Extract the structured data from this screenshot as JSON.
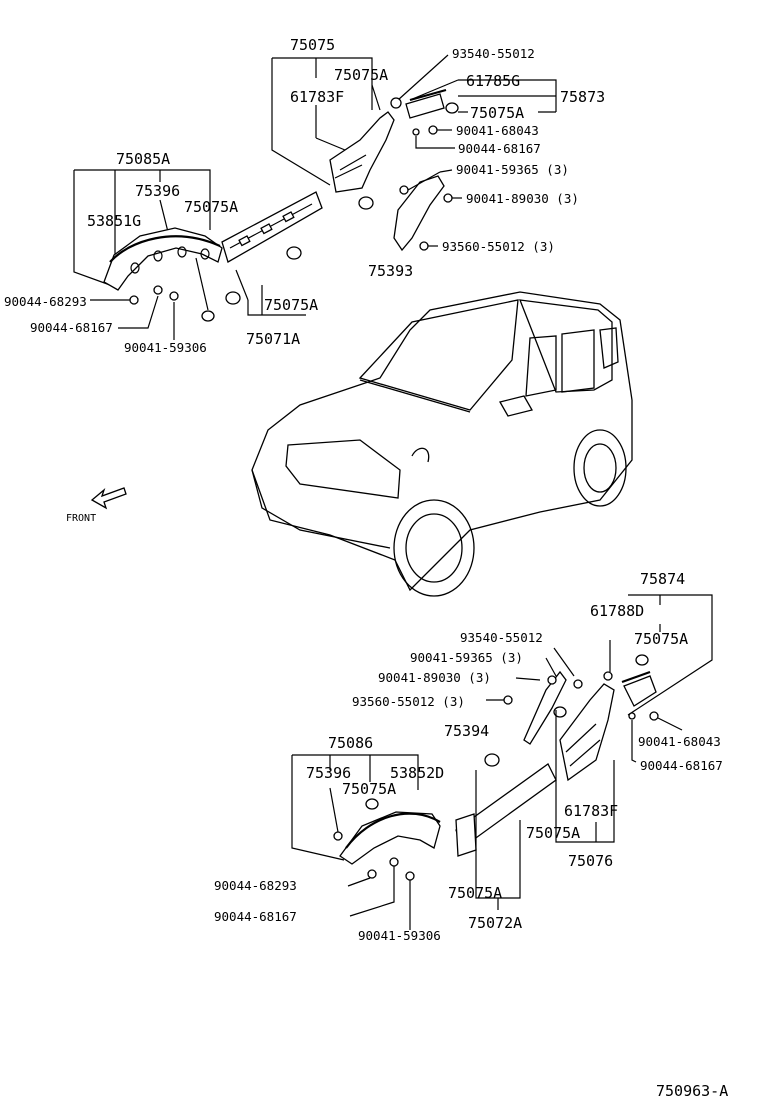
{
  "callouts": {
    "top_left": {
      "p75075": "75075",
      "p75075A_a": "75075A",
      "p61783F": "61783F",
      "p75085A": "75085A",
      "p75396": "75396",
      "p53851G": "53851G",
      "p75075A_b": "75075A",
      "p75075A_c": "75075A",
      "p75071A": "75071A",
      "p90044_68293": "90044-68293",
      "p90044_68167": "90044-68167",
      "p90041_59306": "90041-59306"
    },
    "top_right": {
      "p93540_55012": "93540-55012",
      "p61785G": "61785G",
      "p75873": "75873",
      "p75075A": "75075A",
      "p90041_68043": "90041-68043",
      "p90044_68167": "90044-68167",
      "p90041_59365": "90041-59365 (3)",
      "p90041_89030": "90041-89030 (3)",
      "p93560_55012": "93560-55012 (3)",
      "p75393": "75393"
    },
    "bottom_right": {
      "p75874": "75874",
      "p61788D": "61788D",
      "p75075A_a": "75075A",
      "p93540_55012": "93540-55012",
      "p90041_59365": "90041-59365 (3)",
      "p90041_89030": "90041-89030 (3)",
      "p93560_55012": "93560-55012 (3)",
      "p75394": "75394",
      "p90041_68043": "90041-68043",
      "p90044_68167": "90044-68167",
      "p61783F": "61783F",
      "p75075A_b": "75075A",
      "p75076": "75076"
    },
    "bottom_left": {
      "p75086": "75086",
      "p75396": "75396",
      "p53852D": "53852D",
      "p75075A_a": "75075A",
      "p90044_68293": "90044-68293",
      "p90044_68167": "90044-68167",
      "p90041_59306": "90041-59306",
      "p75075A_b": "75075A",
      "p75072A": "75072A"
    },
    "front": "FRONT",
    "figure_id": "750963-A"
  }
}
